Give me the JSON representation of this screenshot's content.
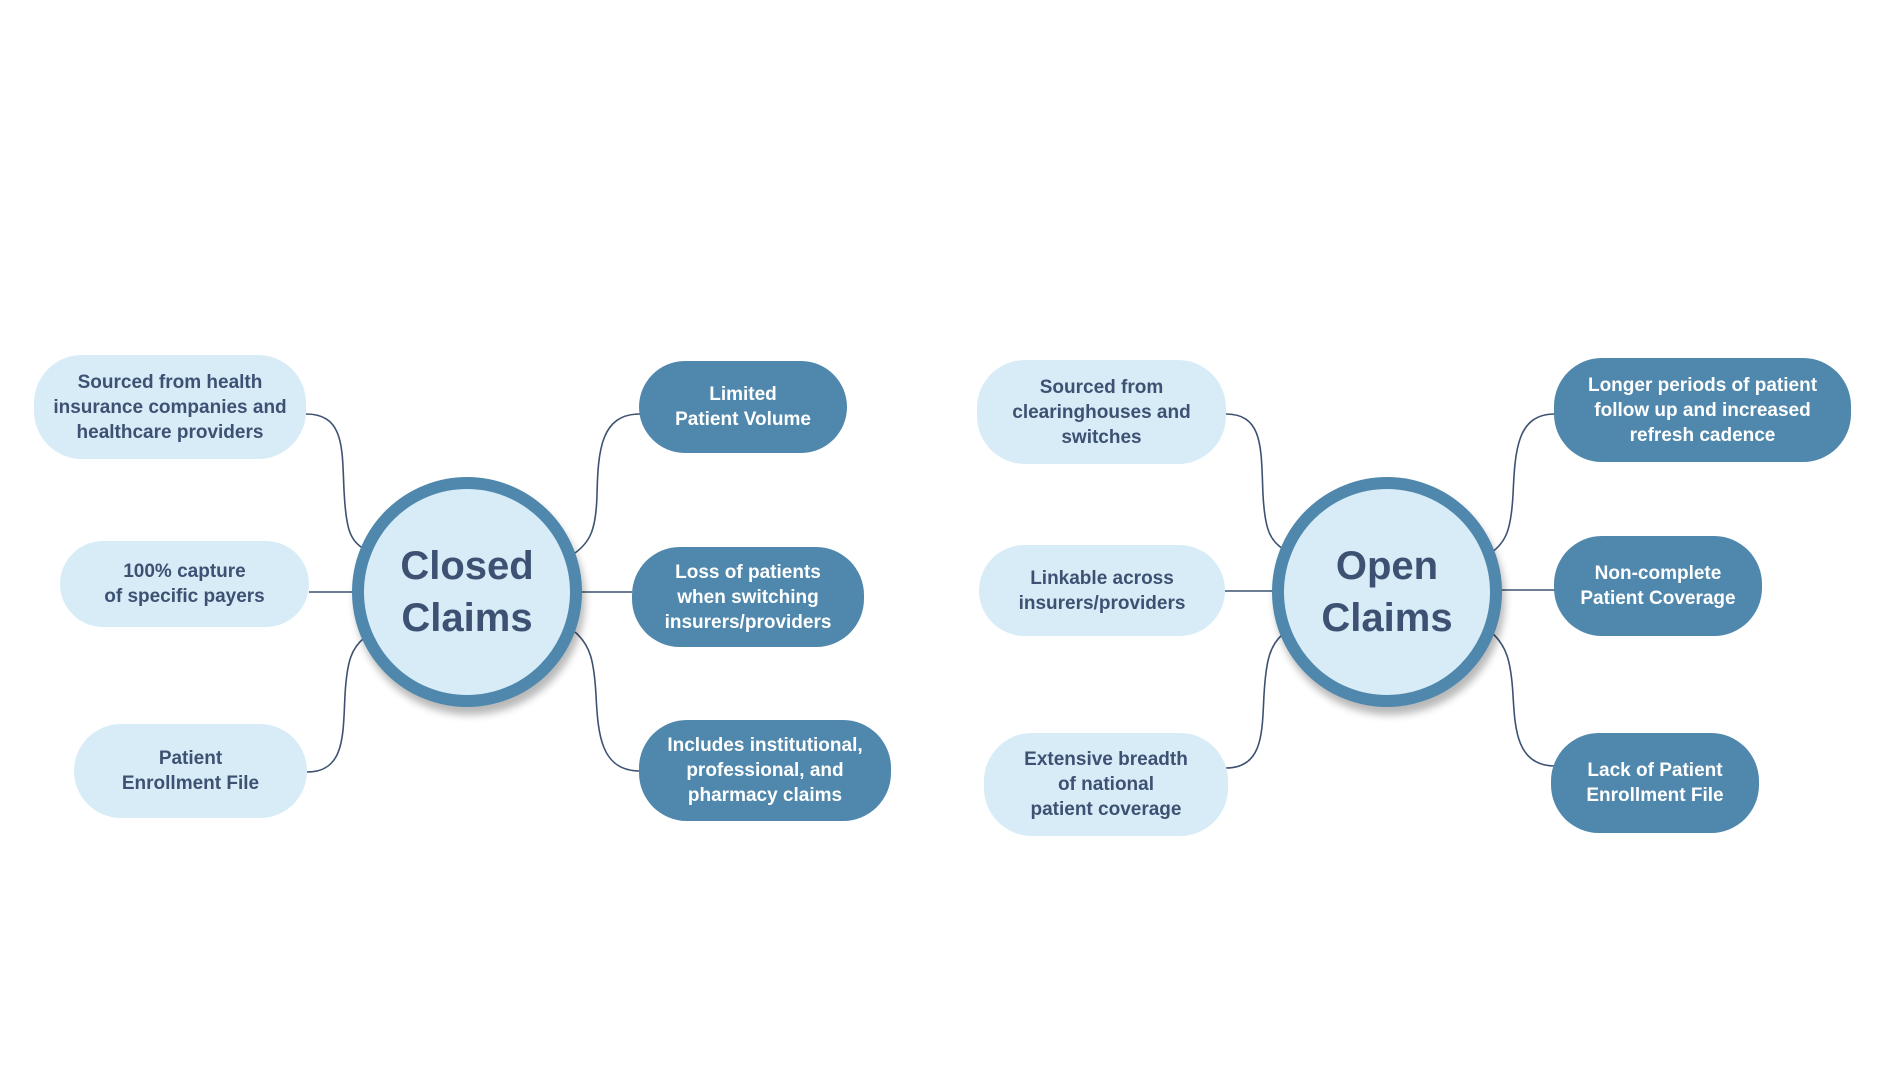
{
  "diagram": {
    "closed": {
      "title": "Closed\nClaims",
      "strengths": [
        "Sourced from health\ninsurance companies and\nhealthcare providers",
        "100% capture\nof specific payers",
        "Patient\nEnrollment File"
      ],
      "limitations": [
        "Limited\nPatient Volume",
        "Loss of patients\nwhen switching\ninsurers/providers",
        "Includes institutional,\nprofessional, and\npharmacy claims"
      ]
    },
    "open": {
      "title": "Open\nClaims",
      "strengths": [
        "Sourced from\nclearinghouses and\nswitches",
        "Linkable across\ninsurers/providers",
        "Extensive breadth\nof national\npatient coverage"
      ],
      "limitations": [
        "Longer periods of patient\nfollow up and increased\nrefresh cadence",
        "Non-complete\nPatient Coverage",
        "Lack of Patient\nEnrollment File"
      ]
    },
    "colors": {
      "light_fill": "#d7ecf7",
      "dark_fill": "#5088ad",
      "text_dark": "#3d5272",
      "connector": "#3d5272"
    }
  }
}
